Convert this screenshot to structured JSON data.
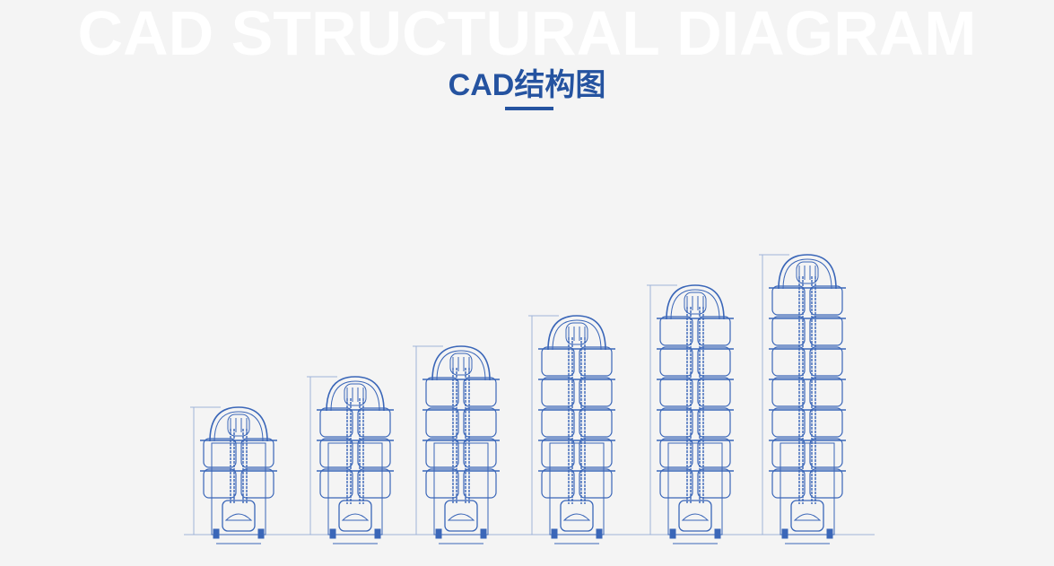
{
  "section": {
    "watermark": "CAD STRUCTURAL DIAGRAM",
    "title": "CAD结构图"
  },
  "colors": {
    "accent": "#2553a0",
    "line": "#3a66b8",
    "background": "#f4f4f4"
  },
  "diagrams": [
    {
      "name": "tower-2-tier",
      "tiers": 2
    },
    {
      "name": "tower-3-tier",
      "tiers": 3
    },
    {
      "name": "tower-4-tier",
      "tiers": 4
    },
    {
      "name": "tower-5-tier",
      "tiers": 5
    },
    {
      "name": "tower-6-tier",
      "tiers": 6
    },
    {
      "name": "tower-7-tier",
      "tiers": 7
    }
  ]
}
